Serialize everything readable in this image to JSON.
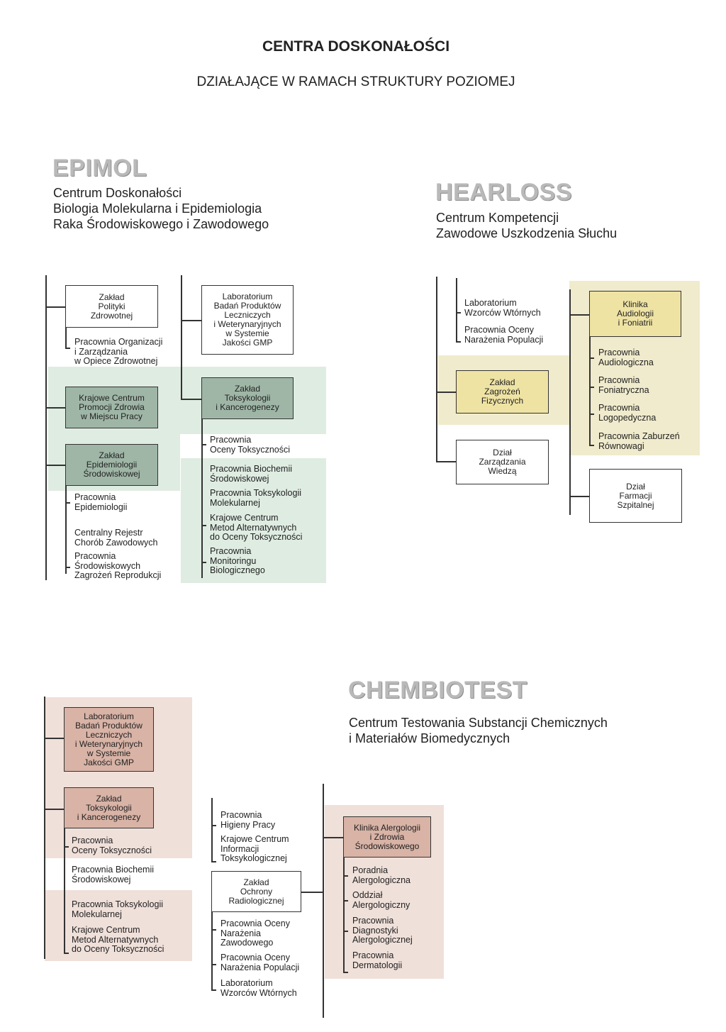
{
  "header": {
    "title": "CENTRA DOSKONAŁOŚCI",
    "subtitle": "DZIAŁAJĄCE W RAMACH STRUKTURY POZIOMEJ"
  },
  "epimol": {
    "name": "EPIMOL",
    "desc": "Centrum Doskonałości\nBiologia Molekularna i Epidemiologia\nRaka Środowiskowego i Zawodowego",
    "zaklad_polityki": "Zakład\nPolityki\nZdrowotnej",
    "pracownia_organizacji": "Pracownia Organizacji\ni Zarządzania\nw Opiece Zdrowotnej",
    "krajowe_centrum_promocji": "Krajowe Centrum\nPromocji Zdrowia\nw Miejscu Pracy",
    "zaklad_epidemiologii": "Zakład\nEpidemiologii\nŚrodowiskowej",
    "pracownia_epidemiologii": "Pracownia\nEpidemiologii",
    "centralny_rejestr": "Centralny Rejestr\nChorób Zawodowych",
    "pracownia_srodowiskowych": "Pracownia\nŚrodowiskowych\nZagrożeń Reprodukcji",
    "laboratorium_gmp": "Laboratorium\nBadań Produktów\nLeczniczych\ni Weterynaryjnych\nw Systemie\nJakości GMP",
    "zaklad_toksykologii": "Zakład\nToksykologii\ni Kancerogenezy",
    "pracownia_oceny_toks": "Pracownia\nOceny Toksyczności",
    "pracownia_biochemii": "Pracownia Biochemii\nŚrodowiskowej",
    "pracownia_toks_mol": "Pracownia Toksykologii\nMolekularnej",
    "krajowe_centrum_metod": "Krajowe Centrum\nMetod Alternatywnych\ndo Oceny Toksyczności",
    "pracownia_monitoringu": "Pracownia\nMonitoringu\nBiologicznego"
  },
  "hearloss": {
    "name": "HEARLOSS",
    "desc": "Centrum Kompetencji\nZawodowe Uszkodzenia Słuchu",
    "lab_wzorcow": "Laboratorium\nWzorców Wtórnych",
    "pracownia_oceny_narazenia": "Pracownia Oceny\nNarażenia Populacji",
    "zaklad_zagrozen": "Zakład\nZagrożeń\nFizycznych",
    "dzial_zarzadzania": "Dział\nZarządzania\nWiedzą",
    "klinika_audiologii": "Klinika\nAudiologii\ni Foniatrii",
    "pracownia_audiologiczna": "Pracownia\nAudiologiczna",
    "pracownia_foniatryczna": "Pracownia\nFoniatryczna",
    "pracownia_logopedyczna": "Pracownia\nLogopedyczna",
    "pracownia_zaburzen": "Pracownia Zaburzeń\nRównowagi",
    "dzial_farmacji": "Dział\nFarmacji\nSzpitalnej"
  },
  "chembiotest": {
    "name": "CHEMBIOTEST",
    "desc": "Centrum Testowania Substancji Chemicznych\ni Materiałów Biomedycznych",
    "laboratorium_gmp": "Laboratorium\nBadań Produktów\nLeczniczych\ni Weterynaryjnych\nw Systemie\nJakości GMP",
    "zaklad_toksykologii": "Zakład\nToksykologii\ni Kancerogenezy",
    "pracownia_oceny_toks": "Pracownia\nOceny Toksyczności",
    "pracownia_biochemii": "Pracownia Biochemii\nŚrodowiskowej",
    "pracownia_toks_mol": "Pracownia Toksykologii\nMolekularnej",
    "krajowe_centrum_metod": "Krajowe Centrum\nMetod Alternatywnych\ndo Oceny Toksyczności",
    "pracownia_higieny": "Pracownia\nHigieny Pracy",
    "krajowe_centrum_info": "Krajowe Centrum\nInformacji\nToksykologicznej",
    "zaklad_ochrony": "Zakład\nOchrony\nRadiologicznej",
    "pracownia_oceny_zawodowego": "Pracownia Oceny\nNarażenia\nZawodowego",
    "pracownia_oceny_populacji": "Pracownia Oceny\nNarażenia Populacji",
    "lab_wzorcow": "Laboratorium\nWzorców Wtórnych",
    "klinika_alergologii": "Klinika Alergologii\ni Zdrowia\nŚrodowiskowego",
    "poradnia": "Poradnia\nAlergologiczna",
    "oddzial": "Oddział\nAlergologiczny",
    "pracownia_diagnostyki": "Pracownia\nDiagnostyki\nAlergologicznej",
    "pracownia_dermatologii": "Pracownia\nDermatologii"
  }
}
